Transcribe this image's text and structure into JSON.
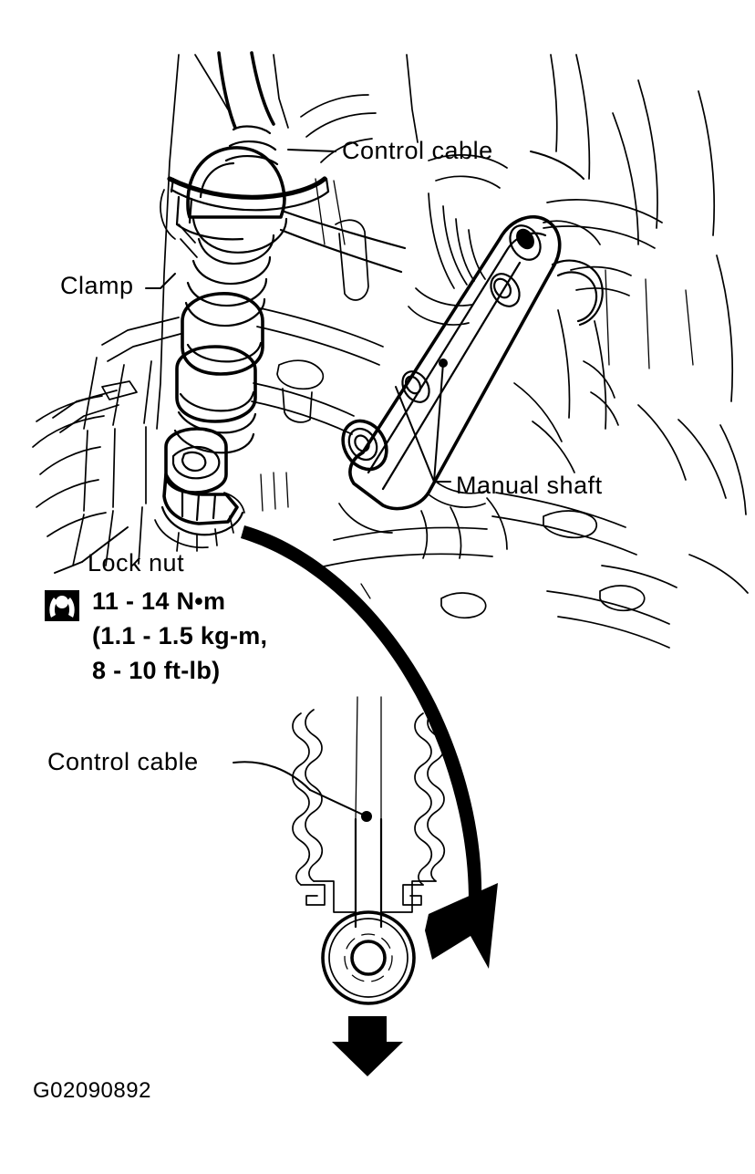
{
  "figure": {
    "id": "G02090892",
    "type": "automotive service line drawing",
    "subject": "Transmission control cable, clamp, lock nut and manual shaft adjustment"
  },
  "callouts": [
    {
      "key": "control_cable_top",
      "text": "Control cable",
      "name": "callout-control-cable-top"
    },
    {
      "key": "clamp",
      "text": "Clamp",
      "name": "callout-clamp"
    },
    {
      "key": "manual_shaft",
      "text": "Manual shaft",
      "name": "callout-manual-shaft"
    },
    {
      "key": "lock_nut",
      "text": "Lock nut",
      "name": "callout-lock-nut"
    },
    {
      "key": "control_cable_bottom",
      "text": "Control cable",
      "name": "callout-control-cable-bottom"
    }
  ],
  "labels": {
    "control_cable_top": "Control cable",
    "clamp": "Clamp",
    "manual_shaft": "Manual shaft",
    "lock_nut": "Lock nut",
    "control_cable_bottom": "Control cable"
  },
  "torque_spec": {
    "icon": "torque-wrench-icon",
    "line1": "11 - 14 N•m",
    "line2": "(1.1 - 1.5 kg-m,",
    "line3": "8 - 10 ft-lb)",
    "values": {
      "newton_meter_min": 11,
      "newton_meter_max": 14,
      "kg_m_min": 1.1,
      "kg_m_max": 1.5,
      "ft_lb_min": 8,
      "ft_lb_max": 10
    }
  },
  "colors": {
    "background": "#ffffff",
    "ink": "#000000"
  }
}
